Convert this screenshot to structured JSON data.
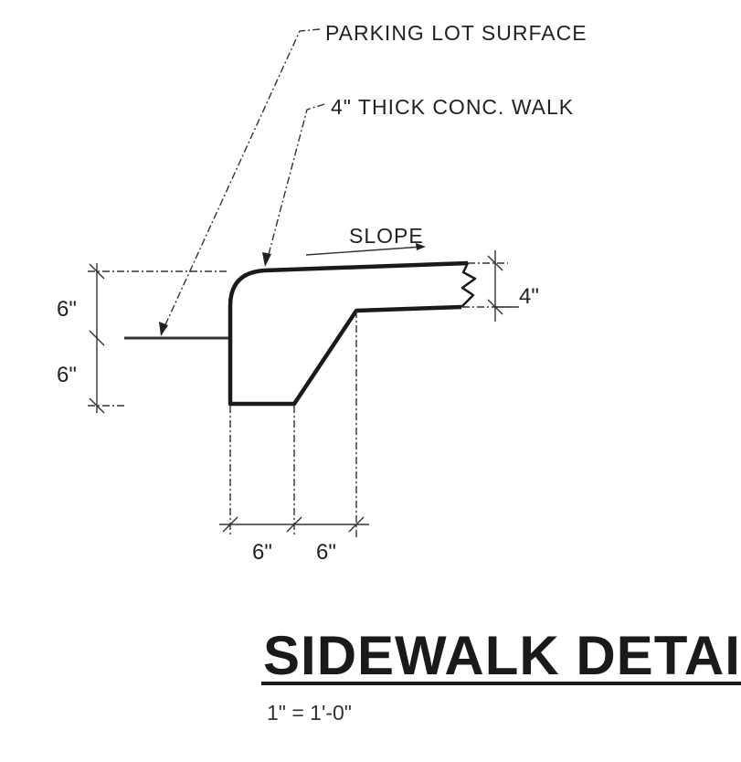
{
  "labels": {
    "parking_lot_surface": "PARKING LOT SURFACE",
    "walk_note": "4\" THICK CONC. WALK",
    "slope": "SLOPE"
  },
  "dimensions": {
    "upper_height": "6\"",
    "lower_height": "6\"",
    "walk_thickness": "4\"",
    "bottom_width": "6\"",
    "taper_width": "6\""
  },
  "title": {
    "text": "SIDEWALK DETAIL",
    "scale": "1\" = 1'-0\""
  }
}
